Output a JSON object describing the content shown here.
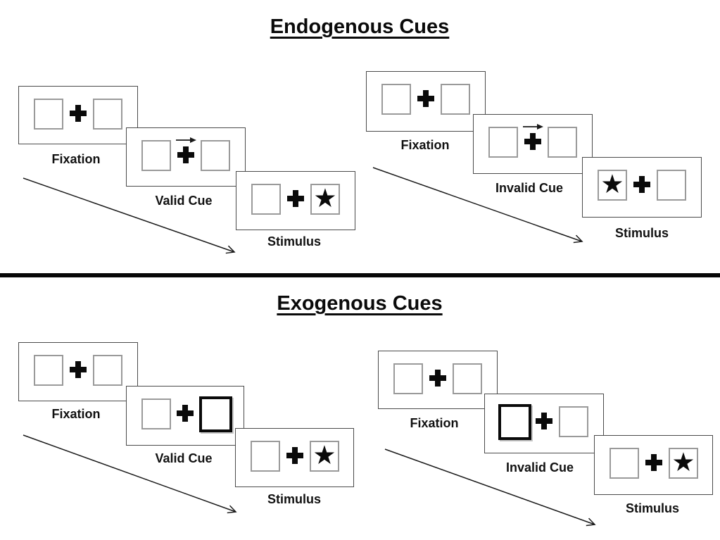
{
  "colors": {
    "background": "#ffffff",
    "ink": "#0a0a0a",
    "panel_border": "#4a4a4a",
    "box_border": "#9a9a9a"
  },
  "glyphs": {
    "star": "★"
  },
  "sections": [
    {
      "title": "Endogenous Cues",
      "groups": [
        {
          "name": "valid",
          "panels": [
            {
              "label": "Fixation",
              "cue": "none",
              "star": "none"
            },
            {
              "label": "Valid Cue",
              "cue": "arrow-right",
              "star": "none"
            },
            {
              "label": "Stimulus",
              "cue": "none",
              "star": "right"
            }
          ]
        },
        {
          "name": "invalid",
          "panels": [
            {
              "label": "Fixation",
              "cue": "none",
              "star": "none"
            },
            {
              "label": "Invalid Cue",
              "cue": "arrow-right",
              "star": "none"
            },
            {
              "label": "Stimulus",
              "cue": "none",
              "star": "left"
            }
          ]
        }
      ]
    },
    {
      "title": "Exogenous Cues",
      "groups": [
        {
          "name": "valid",
          "panels": [
            {
              "label": "Fixation",
              "cue": "none",
              "star": "none"
            },
            {
              "label": "Valid Cue",
              "cue": "highlight-right-box",
              "star": "none"
            },
            {
              "label": "Stimulus",
              "cue": "none",
              "star": "right"
            }
          ]
        },
        {
          "name": "invalid",
          "panels": [
            {
              "label": "Fixation",
              "cue": "none",
              "star": "none"
            },
            {
              "label": "Invalid Cue",
              "cue": "highlight-left-box",
              "star": "none"
            },
            {
              "label": "Stimulus",
              "cue": "none",
              "star": "right"
            }
          ]
        }
      ]
    }
  ]
}
